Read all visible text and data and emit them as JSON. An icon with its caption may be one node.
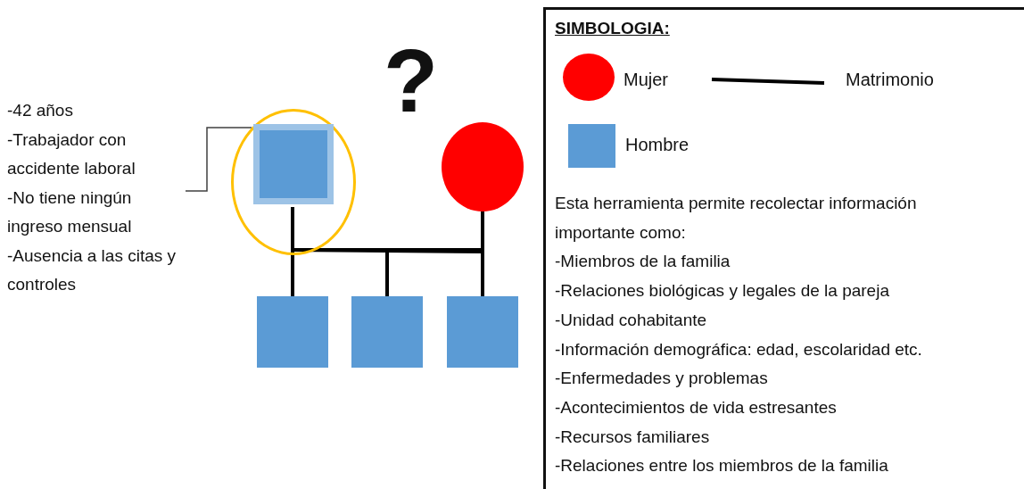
{
  "diagram": {
    "nodes": [
      {
        "text": [
          "-42 años",
          "-Trabajador con accidente laboral",
          "-No tiene ningún ingreso mensual",
          "-Ausencia a las citas y controles"
        ]
      },
      {
        "text": [],
        "shape": "circle"
      },
      {
        "text": [],
        "shape": "box",
        "in": 1
      },
      {
        "text": [],
        "shape": "circle"
      },
      {
        "text": [],
        "shape": "box"
      },
      {
        "text": [],
        "shape": "box"
      },
      {
        "text": [],
        "shape": "box"
      }
    ],
    "edges": [
      {
        "from": 0,
        "to": 1,
        "arrow": "none",
        "color": "#404040"
      },
      {
        "from": 2,
        "to": 3,
        "arrow": "none"
      },
      {
        "from": 2,
        "to": 4,
        "arrow": "none"
      },
      {
        "from": 3,
        "to": 6,
        "arrow": "none"
      },
      {
        "from": 2,
        "to": 5,
        "arrow": "none"
      },
      {
        "from": 3,
        "to": 5,
        "arrow": "none"
      }
    ],
    "labels": [
      "?",
      "SIMBOLOGIA:",
      "Esta herramienta permite recolectar información importante como:",
      "-Miembros de la familia",
      "-Relaciones biológicas y legales de la pareja",
      "-Unidad cohabitante",
      "-Información demográfica: edad, escolaridad etc.",
      "-Enfermedades y problemas",
      "-Acontecimientos de vida estresantes",
      "-Recursos familiares",
      "-Relaciones entre los miembros de la familia"
    ],
    "legend": [
      {
        "text": "Mujer",
        "color": "#ff0000"
      },
      {
        "text": "Matrimonio"
      },
      {
        "text": "Hombre",
        "color": "#5b9bd5"
      }
    ]
  }
}
